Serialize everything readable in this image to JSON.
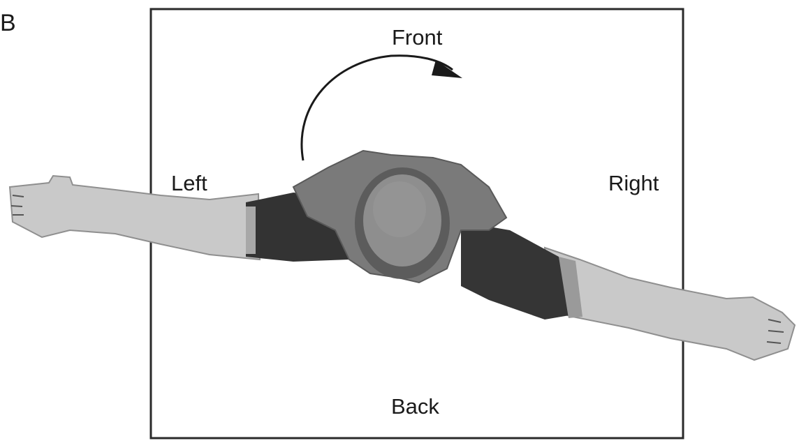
{
  "figure": {
    "panel_label": "B",
    "labels": {
      "front": "Front",
      "back": "Back",
      "left": "Left",
      "right": "Right"
    },
    "icons": {
      "rotation_arrow": "curved-arrow-clockwise",
      "subject": "human-body-top-view"
    },
    "colors": {
      "frame": "#2a2a2a",
      "skin": "#c9c9c9",
      "clothing_dark": "#3a3a3a",
      "head": "#8e8e8e",
      "shoulders": "#777777"
    }
  }
}
